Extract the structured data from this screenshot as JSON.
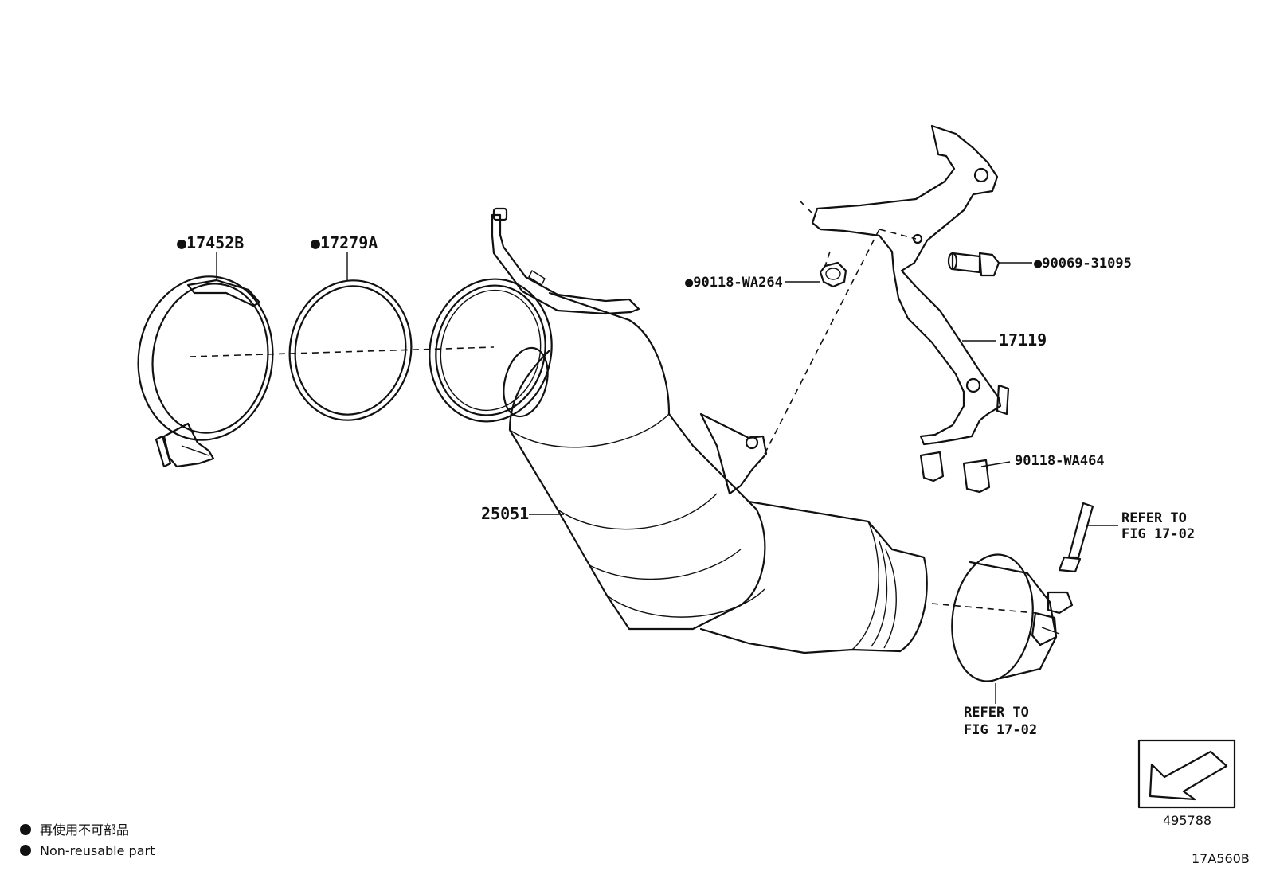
{
  "parts": {
    "clamp": {
      "marker": "●",
      "code": "17452B"
    },
    "gasket": {
      "marker": "●",
      "code": "17279A"
    },
    "nut_left": {
      "marker": "●",
      "code": "90118-WA264"
    },
    "bolt": {
      "marker": "●",
      "code": "90069-31095"
    },
    "bracket": {
      "code": "17119"
    },
    "clip": {
      "code": "90118-WA464"
    },
    "converter": {
      "code": "25051"
    }
  },
  "refer_sensor": {
    "line1": "REFER TO",
    "line2": "FIG 17-02"
  },
  "refer_clamp": {
    "line1": "REFER TO",
    "line2": "FIG 17-02"
  },
  "front_indicator": {
    "code": "495788"
  },
  "legend": {
    "marker": "●",
    "line_jp": "再使用不可部品",
    "line_en": "Non-reusable part"
  },
  "figure_code": "17A560B"
}
